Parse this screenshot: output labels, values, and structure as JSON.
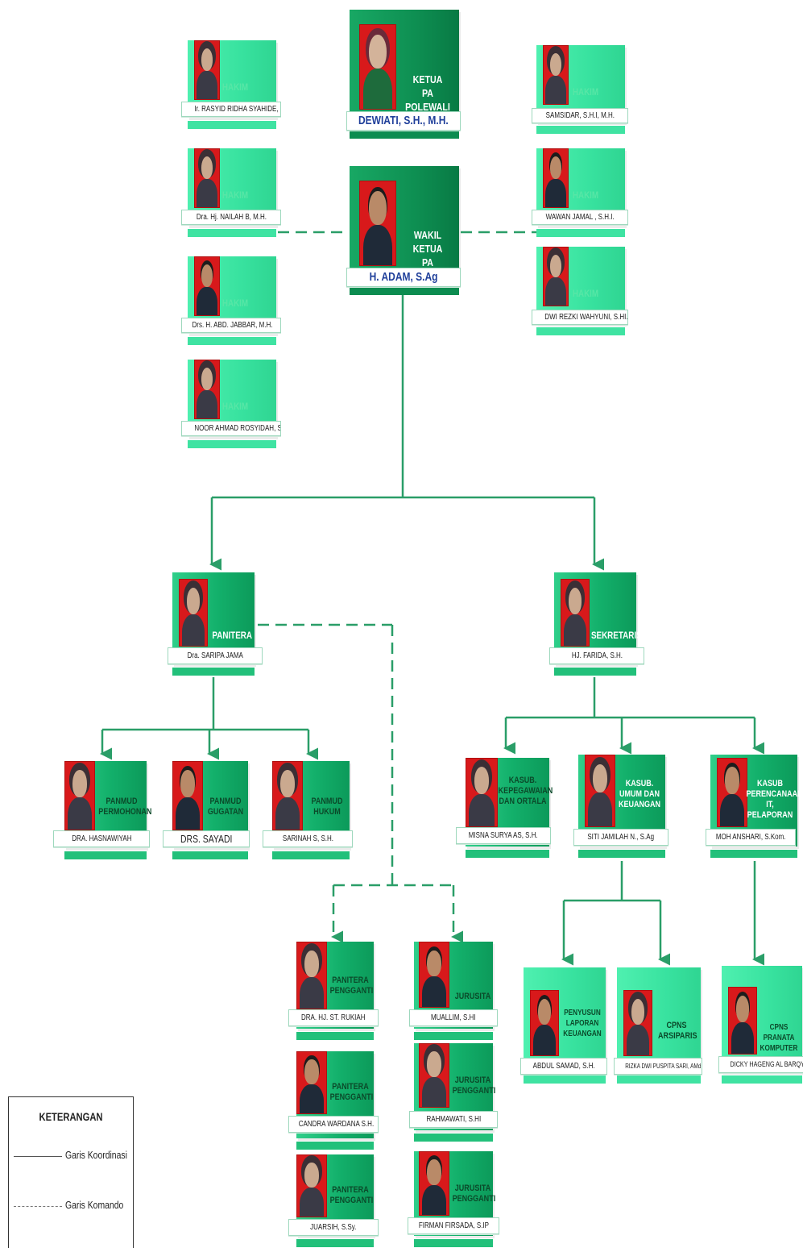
{
  "ketua": {
    "title": "KETUA PA POLEWALI",
    "line1": "KETUA",
    "line2": "PA POLEWALI",
    "name": "DEWIATI, S.H., M.H."
  },
  "wakil": {
    "line1": "WAKIL KETUA",
    "line2": "PA POLEWALI",
    "name": "H. ADAM, S.Ag"
  },
  "hakim_left": [
    {
      "role": "HAKIM",
      "name": "Ir. RASYID RIDHA SYAHIDE, S.H."
    },
    {
      "role": "HAKIM",
      "name": "Dra. Hj. NAILAH B, M.H."
    },
    {
      "role": "HAKIM",
      "name": "Drs. H. ABD. JABBAR, M.H."
    },
    {
      "role": "HAKIM",
      "name": "NOOR AHMAD ROSYIDAH, S. HI."
    }
  ],
  "hakim_right": [
    {
      "role": "HAKIM",
      "name": "SAMSIDAR, S.H.I, M.H."
    },
    {
      "role": "HAKIM",
      "name": "WAWAN JAMAL , S.H.I."
    },
    {
      "role": "HAKIM",
      "name": "DWI REZKI WAHYUNI, S.HI., MH."
    }
  ],
  "panitera": {
    "role": "PANITERA",
    "name": "Dra. SARIPA JAMA"
  },
  "sekretaris": {
    "role": "SEKRETARIS",
    "name": "HJ. FARIDA, S.H."
  },
  "panmud": [
    {
      "role1": "PANMUD",
      "role2": "PERMOHONAN",
      "name": "DRA. HASNAWIYAH"
    },
    {
      "role1": "PANMUD",
      "role2": "GUGATAN",
      "name": "DRS. SAYADI"
    },
    {
      "role1": "PANMUD",
      "role2": "HUKUM",
      "name": "SARINAH S, S.H."
    }
  ],
  "kasub": [
    {
      "role1": "KASUB.",
      "role2": "KEPEGAWAIAN",
      "role3": "DAN ORTALA",
      "name": "MISNA SURYA AS, S.H."
    },
    {
      "role1": "KASUB.",
      "role2": "UMUM DAN",
      "role3": "KEUANGAN",
      "name": "SITI JAMILAH N., S.Ag"
    },
    {
      "role1": "KASUB",
      "role2": "PERENCANAAN",
      "role3": "IT, PELAPORAN",
      "name": "MOH ANSHARI, S.Kom."
    }
  ],
  "panitera_pengganti": [
    {
      "role1": "PANITERA",
      "role2": "PENGGANTI",
      "name": "DRA. HJ. ST. RUKIAH"
    },
    {
      "role1": "PANITERA",
      "role2": "PENGGANTI",
      "name": "CANDRA WARDANA S.H."
    },
    {
      "role1": "PANITERA",
      "role2": "PENGGANTI",
      "name": "JUARSIH, S.Sy."
    }
  ],
  "jurusita": [
    {
      "role1": "JURUSITA",
      "role2": "",
      "name": "MUALLIM, S.HI"
    },
    {
      "role1": "JURUSITA",
      "role2": "PENGGANTI",
      "name": "RAHMAWATI, S.HI"
    },
    {
      "role1": "JURUSITA",
      "role2": "PENGGANTI",
      "name": "FIRMAN FIRSADA, S.IP"
    }
  ],
  "staff": [
    {
      "role1": "PENYUSUN",
      "role2": "LAPORAN",
      "role3": "KEUANGAN",
      "name": "ABDUL SAMAD, S.H."
    },
    {
      "role1": "CPNS",
      "role2": "ARSIPARIS",
      "role3": "",
      "name": "RIZKA DWI PUSPITA SARI, AMd.Ab."
    },
    {
      "role1": "CPNS PRANATA",
      "role2": "KOMPUTER",
      "role3": "",
      "name": "DICKY HAGENG AL BARQY, S.T."
    }
  ],
  "legend": {
    "title": "KETERANGAN",
    "solid": "Garis Koordinasi",
    "dashed": "Garis Komando"
  },
  "colors": {
    "green": "#13b06b",
    "line": "#2a9e68",
    "photo_bg": "#d8191b"
  }
}
